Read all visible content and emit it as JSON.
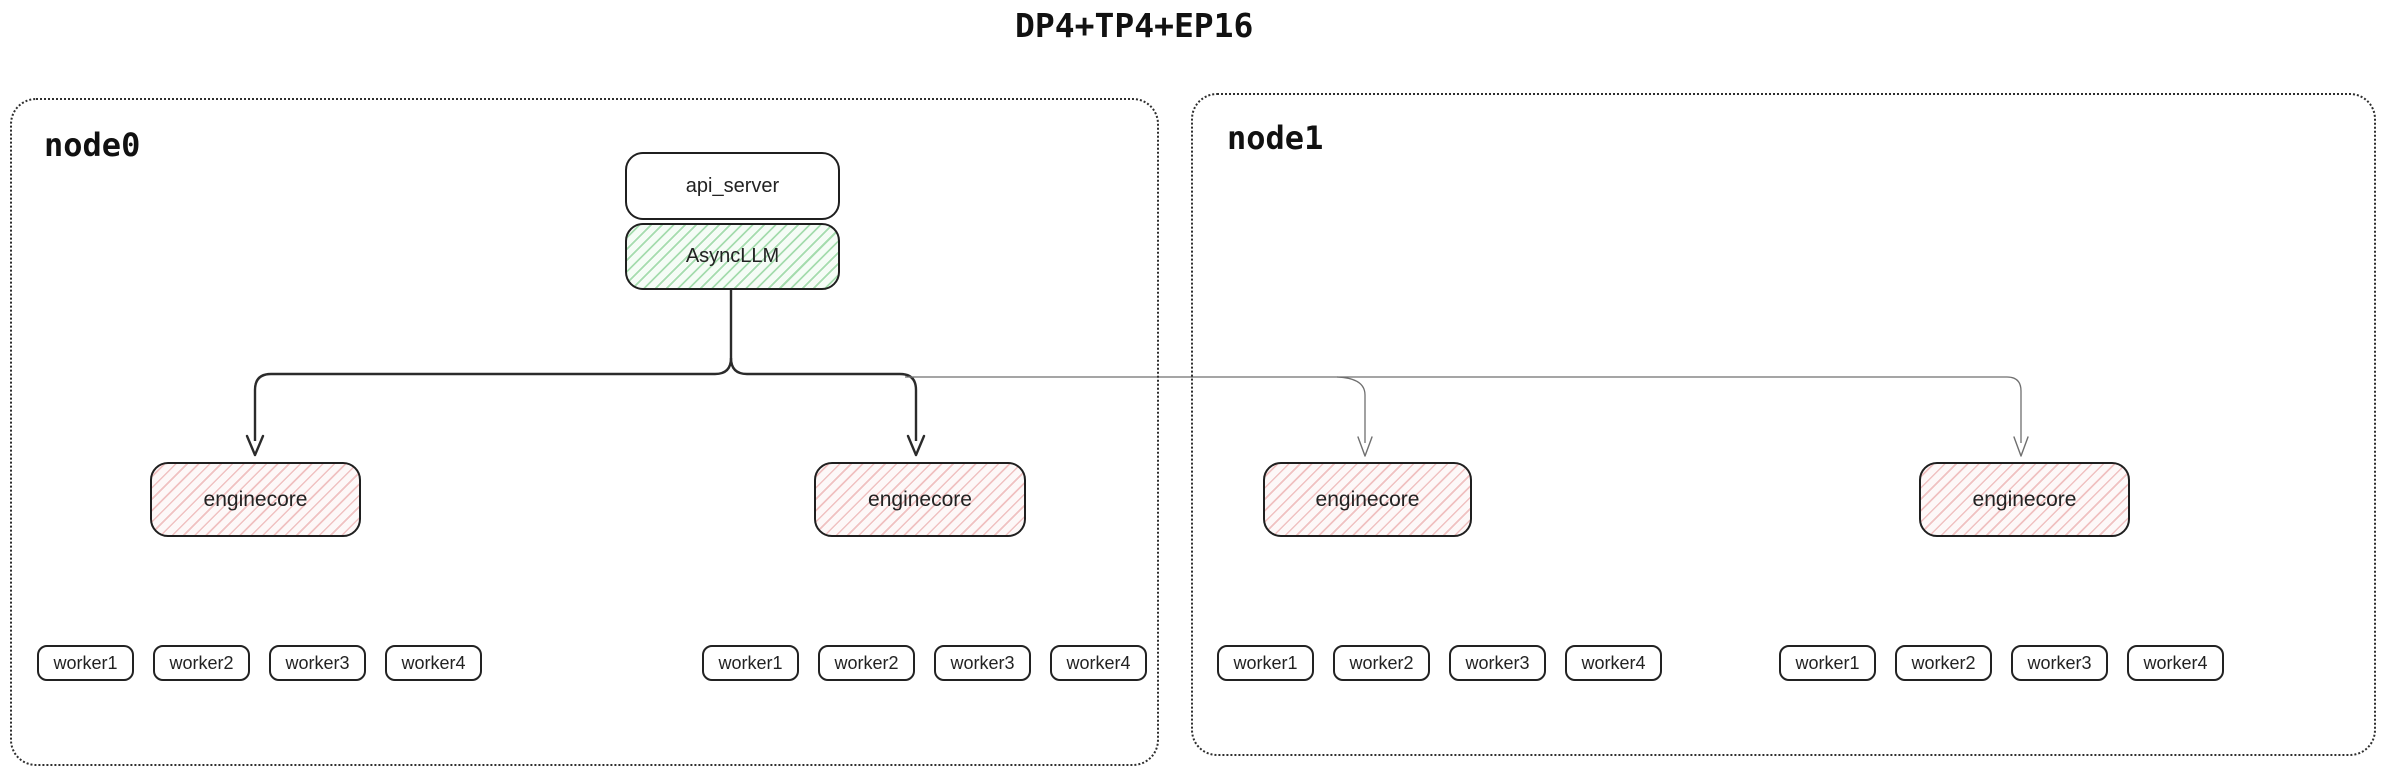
{
  "title": "DP4+TP4+EP16",
  "node0": {
    "label": "node0",
    "api_server_label": "api_server",
    "asyncllm_label": "AsyncLLM",
    "enginecores": [
      "enginecore",
      "enginecore"
    ],
    "worker_groups": [
      [
        "worker1",
        "worker2",
        "worker3",
        "worker4"
      ],
      [
        "worker1",
        "worker2",
        "worker3",
        "worker4"
      ]
    ]
  },
  "node1": {
    "label": "node1",
    "enginecores": [
      "enginecore",
      "enginecore"
    ],
    "worker_groups": [
      [
        "worker1",
        "worker2",
        "worker3",
        "worker4"
      ],
      [
        "worker1",
        "worker2",
        "worker3",
        "worker4"
      ]
    ]
  },
  "colors": {
    "box_border": "#1f1f1f",
    "container_border": "#2e2e2e",
    "green_hatch_line": "#a5dcae",
    "green_hatch_bg": "#f5fcf6",
    "red_hatch_line": "#f0c1c1",
    "red_hatch_bg": "#fdf8f8",
    "edge_dark": "#2b2b2b",
    "edge_light": "#6f6f6f",
    "text": "#1d1d1d"
  }
}
